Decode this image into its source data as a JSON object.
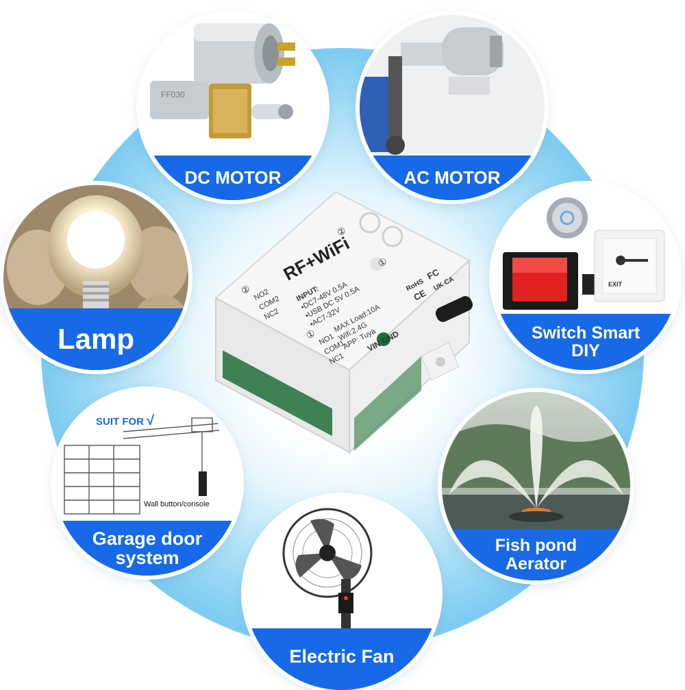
{
  "device": {
    "title": "RF+WiFi",
    "input_label": "INPUT:",
    "input_lines": [
      "•DC7-48V 0.5A",
      "•USB DC 5V 0.5A",
      "•AC7-32V"
    ],
    "spec_lines": [
      "MAX Load:10A",
      "Wifi:2.4G",
      "APP: Tuya"
    ],
    "terminal_marks": [
      "②",
      "①"
    ],
    "terminals_2": [
      "NO2",
      "COM2",
      "NC2"
    ],
    "terminals_1": [
      "NO1",
      "COM1",
      "NC1"
    ],
    "power_label": "VIN GND",
    "cert_marks": [
      "RoHS",
      "FC",
      "CE",
      "UK CA"
    ]
  },
  "applications": [
    {
      "id": "dc-motor",
      "label_lines": [
        "DC MOTOR"
      ],
      "icon": "dc-motor-photo"
    },
    {
      "id": "ac-motor",
      "label_lines": [
        "AC MOTOR"
      ],
      "icon": "ac-motor-photo"
    },
    {
      "id": "lamp",
      "label_lines": [
        "Lamp"
      ],
      "icon": "light-bulb-photo"
    },
    {
      "id": "switch",
      "label_lines": [
        "Switch Smart",
        "DIY"
      ],
      "icon": "switch-photo"
    },
    {
      "id": "garage",
      "label_lines": [
        "Garage door",
        "system"
      ],
      "icon": "garage-door-diagram"
    },
    {
      "id": "fish-pond",
      "label_lines": [
        "Fish pond",
        "Aerator"
      ],
      "icon": "fountain-photo"
    },
    {
      "id": "fan",
      "label_lines": [
        "Electric Fan"
      ],
      "icon": "fan-photo"
    }
  ],
  "garage_extras": {
    "suit_for": "SUIT FOR",
    "check_mark": "√",
    "wall_button": "Wall button/console"
  },
  "switch_extras": {
    "exit_label": "EXIT"
  },
  "dc_motor_extras": {
    "stamp": "FF030"
  },
  "colors": {
    "band_blue": "#1769e8",
    "glow_blue": "#7dccf1",
    "device_white": "#f4f4f4"
  }
}
